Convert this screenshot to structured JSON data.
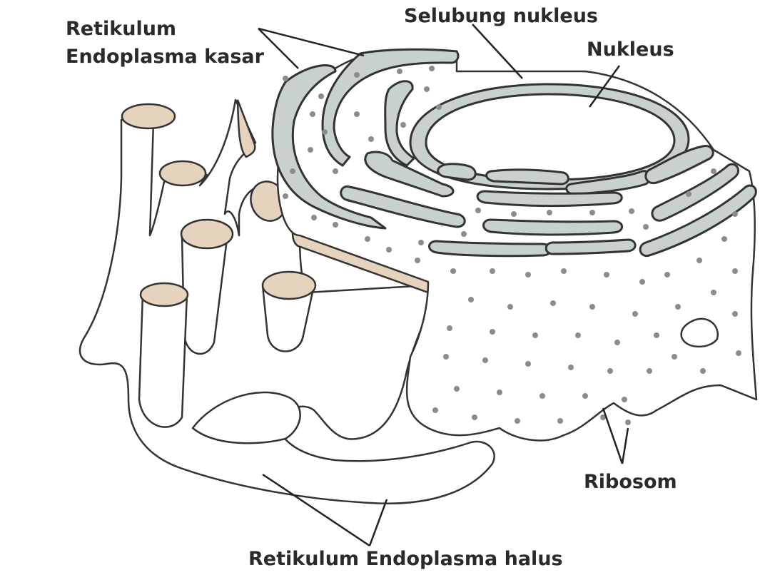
{
  "labels": {
    "rough_er_line1": "Retikulum",
    "rough_er_line2": "Endoplasma kasar",
    "nuclear_envelope": "Selubung nukleus",
    "nucleus": "Nukleus",
    "ribosome": "Ribosom",
    "smooth_er": "Retikulum Endoplasma halus"
  },
  "colors": {
    "rough_er_cisterna": "#c9d1d0",
    "tube_cut_surface": "#e6d3bd",
    "ribosome_dot": "#8c8c8c",
    "outline": "#333333"
  }
}
